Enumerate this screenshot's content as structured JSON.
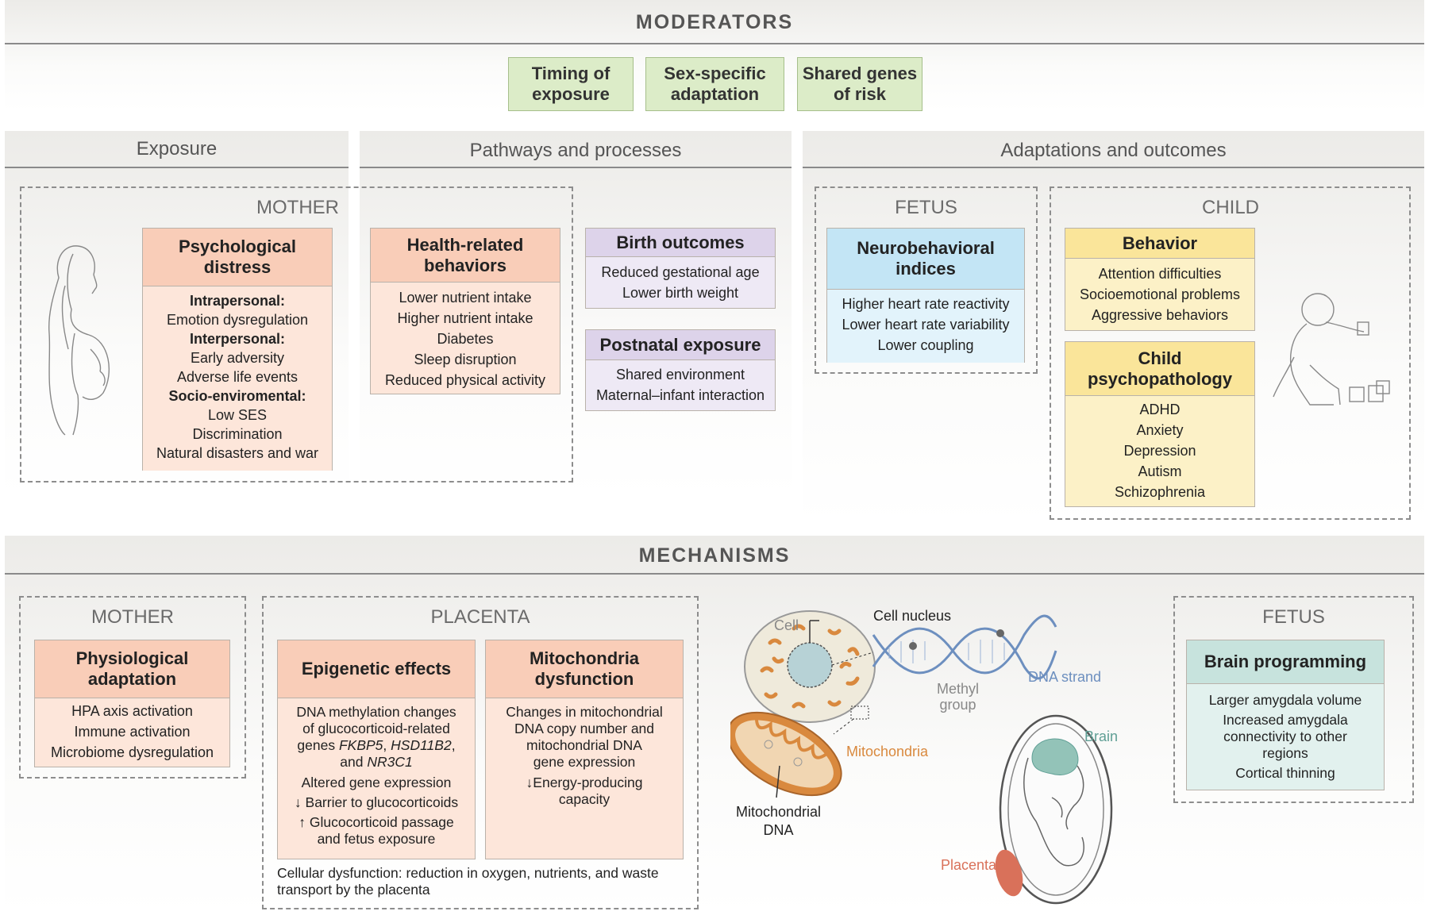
{
  "moderators": {
    "title": "MODERATORS",
    "items": [
      "Timing of exposure",
      "Sex-specific adaptation",
      "Shared genes of risk"
    ]
  },
  "columns": {
    "exposure": "Exposure",
    "pathways": "Pathways and processes",
    "adaptations": "Adaptations and outcomes"
  },
  "mother_region": "MOTHER",
  "fetus_region": "FETUS",
  "child_region": "CHILD",
  "psych_distress": {
    "title": "Psychological distress",
    "intrapersonal_label": "Intrapersonal:",
    "intrapersonal": [
      "Emotion dysregulation"
    ],
    "interpersonal_label": "Interpersonal:",
    "interpersonal": [
      "Early adversity",
      "Adverse life events"
    ],
    "socio_label": "Socio-enviromental:",
    "socio": [
      "Low SES",
      "Discrimination",
      "Natural disasters and war"
    ]
  },
  "health_behaviors": {
    "title": "Health-related behaviors",
    "items": [
      "Lower nutrient intake",
      "Higher nutrient intake",
      "Diabetes",
      "Sleep disruption",
      "Reduced physical activity"
    ]
  },
  "birth_outcomes": {
    "title": "Birth outcomes",
    "items": [
      "Reduced gestational age",
      "Lower birth weight"
    ]
  },
  "postnatal": {
    "title": "Postnatal exposure",
    "items": [
      "Shared environment",
      "Maternal–infant interaction"
    ]
  },
  "neurobehavioral": {
    "title": "Neurobehavioral indices",
    "items": [
      "Higher heart rate reactivity",
      "Lower heart rate variability",
      "Lower coupling"
    ]
  },
  "behavior": {
    "title": "Behavior",
    "items": [
      "Attention difficulties",
      "Socioemotional problems",
      "Aggressive behaviors"
    ]
  },
  "child_psych": {
    "title": "Child psychopathology",
    "items": [
      "ADHD",
      "Anxiety",
      "Depression",
      "Autism",
      "Schizophrenia"
    ]
  },
  "mechanisms": {
    "title": "MECHANISMS",
    "mother": "MOTHER",
    "placenta": "PLACENTA",
    "fetus": "FETUS"
  },
  "physiological": {
    "title": "Physiological adaptation",
    "items": [
      "HPA axis activation",
      "Immune activation",
      "Microbiome dysregulation"
    ]
  },
  "epigenetic": {
    "title": "Epigenetic effects",
    "l1": "DNA methylation changes",
    "l2": "of glucocorticoid-related",
    "l3_pre": "genes ",
    "gene1": "FKBP5",
    "sep": ", ",
    "gene2": "HSD11B2",
    "l3_post": ",",
    "l4_pre": "and ",
    "gene3": "NR3C1",
    "l5": "Altered gene expression",
    "l6": "Barrier to glucocorticoids",
    "l7": "Glucocorticoid passage",
    "l8": "and fetus exposure",
    "down": "↓",
    "up": "↑"
  },
  "mito": {
    "title": "Mitochondria dysfunction",
    "lines": [
      "Changes in mitochondrial",
      "DNA copy number and",
      "mitochondrial DNA",
      "gene expression"
    ],
    "energy1": "Energy-producing",
    "energy2": "capacity",
    "down": "↓"
  },
  "cellular_note": "Cellular dysfunction: reduction in oxygen, nutrients, and waste transport by the placenta",
  "illustration": {
    "cell": "Cell",
    "nucleus": "Cell nucleus",
    "methyl1": "Methyl",
    "methyl2": "group",
    "dna_strand": "DNA strand",
    "mitochondria": "Mitochondria",
    "mtdna1": "Mitochondrial",
    "mtdna2": "DNA",
    "brain": "Brain",
    "placenta": "Placenta"
  },
  "brain_programming": {
    "title": "Brain programming",
    "l1": "Larger amygdala volume",
    "l2": "Increased amygdala",
    "l3": "connectivity to other",
    "l4": "regions",
    "l5": "Cortical thinning"
  },
  "colors": {
    "salmon": "#f9cdb8",
    "purple": "#ddd3ea",
    "blue": "#c3e5f5",
    "yellow": "#fae59a",
    "teal": "#c7e3dd",
    "green": "#dcecc8",
    "cell_orange": "#d9893e",
    "dna_blue": "#6d8fbf",
    "brain_teal": "#5f9f95",
    "placenta_red": "#d9715a"
  }
}
